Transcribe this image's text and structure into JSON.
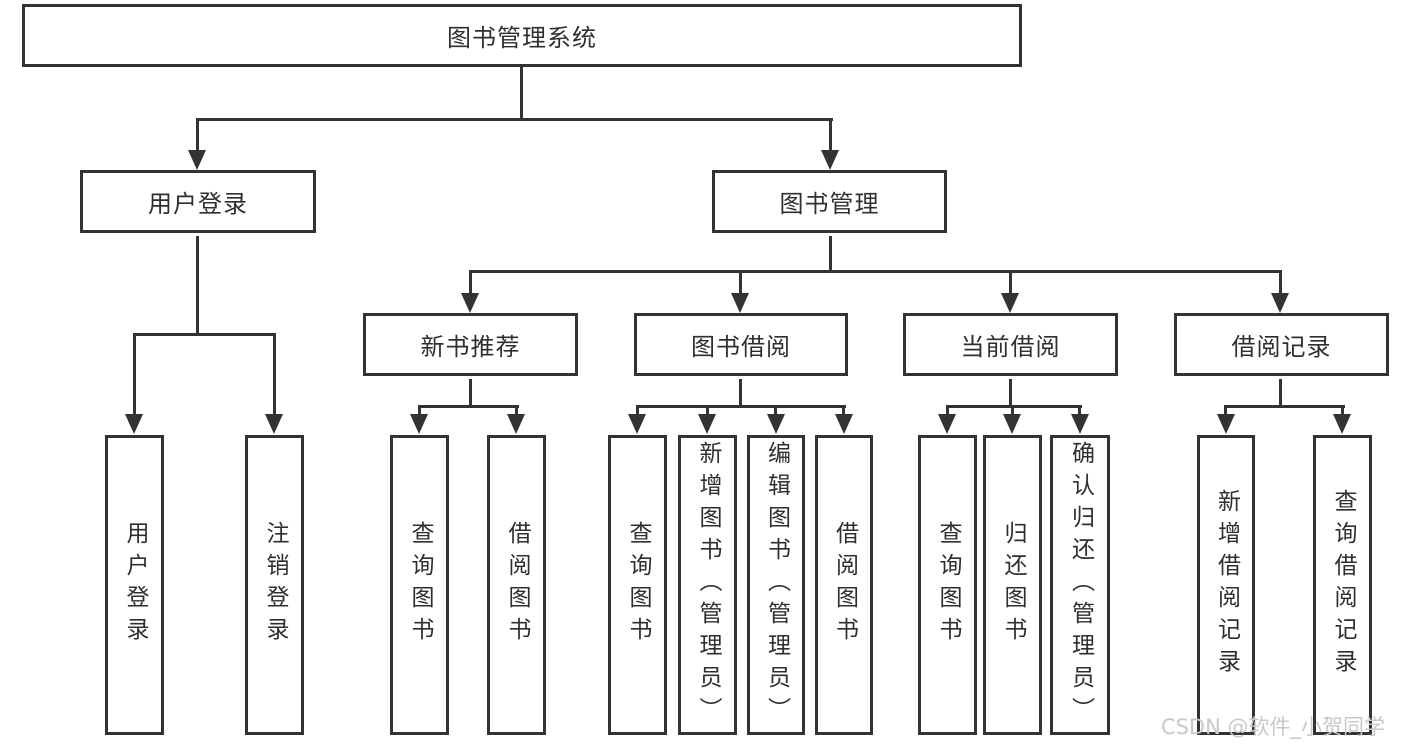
{
  "colors": {
    "line": "#333333",
    "text": "#2f2f2f",
    "watermark": "#c8c8c8",
    "background": "#ffffff"
  },
  "watermark": {
    "text": "CSDN @软件_小贺同学"
  },
  "tree": {
    "root": {
      "label": "图书管理系统"
    },
    "branches": [
      {
        "label": "用户登录",
        "children": [
          {
            "label": "用户登录"
          },
          {
            "label": "注销登录"
          }
        ]
      },
      {
        "label": "图书管理",
        "children": [
          {
            "label": "新书推荐",
            "children": [
              {
                "label": "查询图书"
              },
              {
                "label": "借阅图书"
              }
            ]
          },
          {
            "label": "图书借阅",
            "children": [
              {
                "label": "查询图书"
              },
              {
                "label": "新增图书（管理员）"
              },
              {
                "label": "编辑图书（管理员）"
              },
              {
                "label": "借阅图书"
              }
            ]
          },
          {
            "label": "当前借阅",
            "children": [
              {
                "label": "查询图书"
              },
              {
                "label": "归还图书"
              },
              {
                "label": "确认归还（管理员）"
              }
            ]
          },
          {
            "label": "借阅记录",
            "children": [
              {
                "label": "新增借阅记录"
              },
              {
                "label": "查询借阅记录"
              }
            ]
          }
        ]
      }
    ]
  }
}
